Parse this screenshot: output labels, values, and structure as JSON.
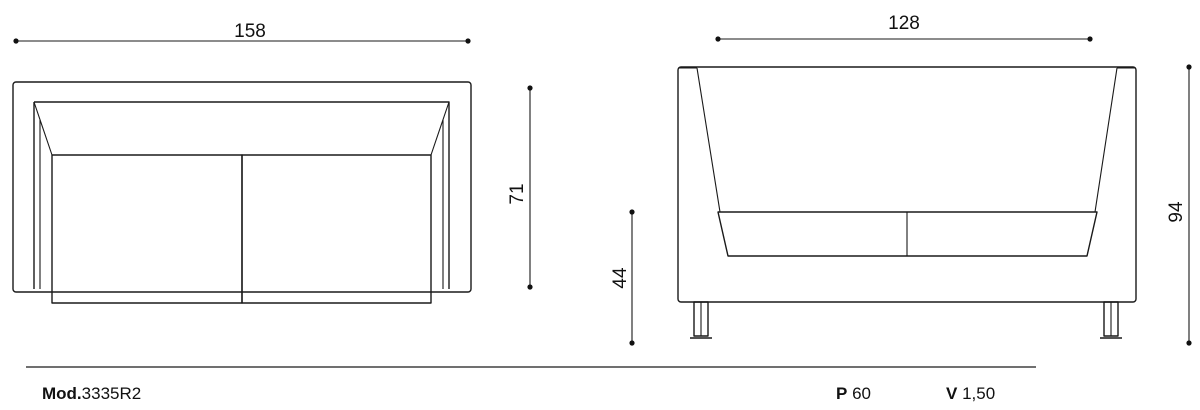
{
  "dimensions": {
    "top_view_width": "158",
    "top_view_depth": "71",
    "front_view_width": "128",
    "seat_height": "44",
    "total_height": "94"
  },
  "footer": {
    "model_label": "Mod.",
    "model_code": "3335R2",
    "p_label": "P",
    "p_value": "60",
    "v_label": "V",
    "v_value": "1,50"
  }
}
